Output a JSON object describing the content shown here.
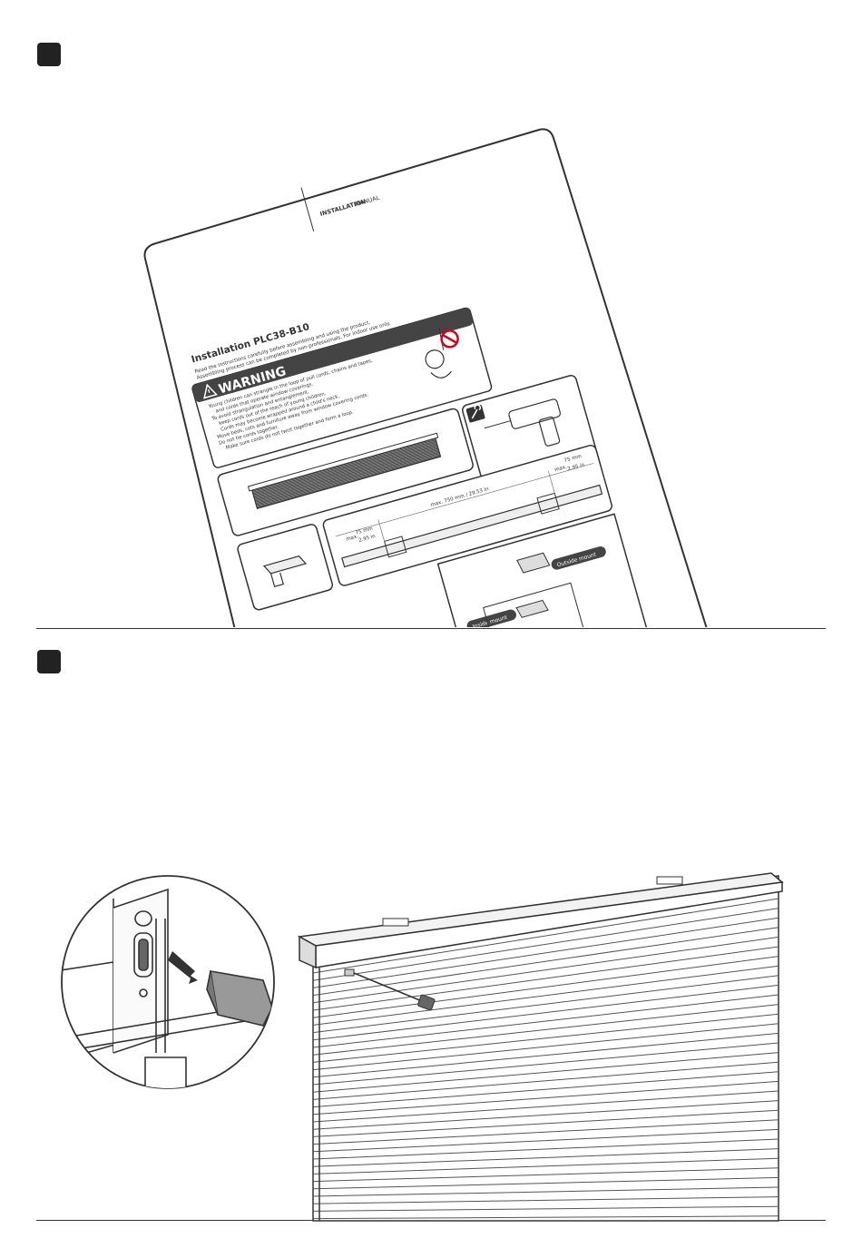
{
  "manual": {
    "header": "INSTALLATION",
    "header_suffix": "MANUAL",
    "title": "Installation PLC38-B10",
    "intro_line1": "Read the instructions carefully before assembling and using the product.",
    "intro_line2": "Assembling process can be completed by non-professionals. For indoor use only.",
    "warning_label": "WARNING",
    "warning_items": [
      "Young children can strangle in the loop of pull cords, chains and tapes,",
      "and cords that operate window coverings.",
      "To avoid strangulation and entanglement,",
      "keep cords out of the reach of young children.",
      "Cords may become wrapped around a child's neck.",
      "Move beds, cots and furniture away from window covering cords.",
      "Do not tie cords together.",
      "Make sure cords do not twist together and form a loop."
    ],
    "dim_left_max": "max.",
    "dim_left_mm": "75 mm",
    "dim_left_in": "2.95 in",
    "dim_mid": "max. 750 mm / 29.53 in",
    "dim_right_max": "max.",
    "dim_right_mm": "75 mm",
    "dim_right_in": "2.95 in",
    "outside_mount": "Outside mount",
    "inside_mount": "Inside mount"
  },
  "colors": {
    "ink": "#333333",
    "badge": "#222222",
    "warning_red": "#d0021b"
  },
  "icons": [
    "step-1-badge",
    "step-2-badge",
    "wrench-icon",
    "warning-triangle-icon",
    "no-child-icon"
  ]
}
